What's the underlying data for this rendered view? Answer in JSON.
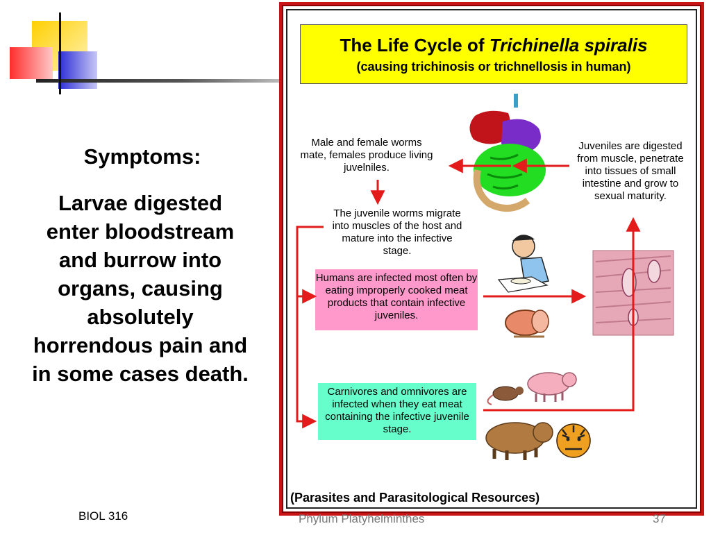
{
  "slide": {
    "symptoms_title": "Symptoms:",
    "symptoms_body": "Larvae digested enter bloodstream and burrow into organs, causing absolutely horrendous pain and in some cases death.",
    "footer_left": "BIOL 316",
    "footer_center": "Phylum Platyhelminthes",
    "footer_right": "37"
  },
  "figure": {
    "title_prefix": "The Life Cycle of ",
    "title_species": "Trichinella spiralis",
    "subtitle": "(causing trichinosis or trichnellosis in human)",
    "step_mate": "Male and female worms mate, females produce living juvelniles.",
    "step_digest": "Juveniles are digested from muscle, penetrate into tissues of small intestine and grow to sexual maturity.",
    "step_migrate": "The juvenile worms migrate into muscles of the host and mature into the infective stage.",
    "step_humans": "Humans are infected most often by eating improperly cooked meat products that contain infective juveniles.",
    "step_carnivores": "Carnivores and omnivores are infected when they eat meat containing the infective juvenile stage.",
    "credit": "(Parasites and Parasitological Resources)",
    "colors": {
      "title_bg": "#ffff00",
      "humans_box": "#ff99cc",
      "carnivores_box": "#66ffcc",
      "arrow": "#e31b1b",
      "frame": "#c81414"
    }
  }
}
